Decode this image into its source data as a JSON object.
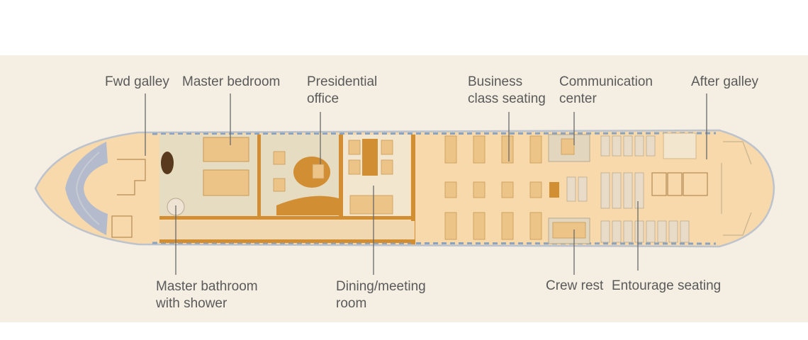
{
  "labels": {
    "fwd_galley": [
      "Fwd galley"
    ],
    "master_bedroom": [
      "Master bedroom"
    ],
    "presidential_office": [
      "Presidential",
      "office"
    ],
    "business_class": [
      "Business",
      "class seating"
    ],
    "communication_center": [
      "Communication",
      "center"
    ],
    "after_galley": [
      "After galley"
    ],
    "master_bathroom": [
      "Master bathroom",
      "with shower"
    ],
    "dining_meeting": [
      "Dining/meeting",
      "room"
    ],
    "crew_rest": [
      "Crew rest"
    ],
    "entourage_seating": [
      "Entourage seating"
    ]
  },
  "colors": {
    "background": "#f5eee2",
    "fuselage": "#f7d9ab",
    "wood": "#d28e32",
    "marble": "#e6dcc2",
    "seat": "#ecc487",
    "cockpit_glass": "#9db0d8",
    "label_text": "#5a5a5a"
  }
}
